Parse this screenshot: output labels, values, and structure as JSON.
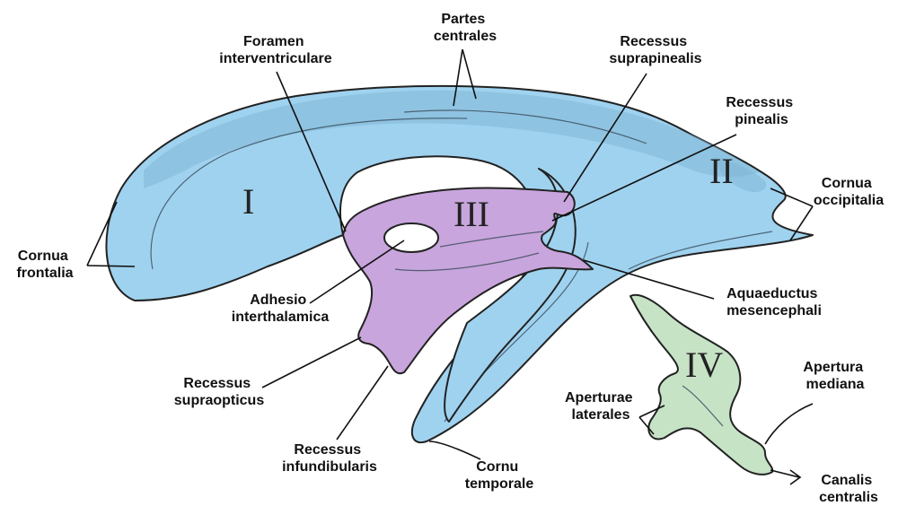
{
  "colors": {
    "lateral_ventricle": "#9fd2ef",
    "lateral_ventricle_shade": "#7fb6d6",
    "third_ventricle": "#c8a5dc",
    "fourth_ventricle": "#c6e3c6",
    "outline": "#222222",
    "background": "#ffffff"
  },
  "roman_numerals": {
    "lateral_left": "I",
    "lateral_right": "II",
    "third": "III",
    "fourth": "IV"
  },
  "labels": {
    "partes_centrales": [
      "Partes",
      "centrales"
    ],
    "foramen_interventriculare": [
      "Foramen",
      "interventriculare"
    ],
    "recessus_suprapinealis": [
      "Recessus",
      "suprapinealis"
    ],
    "recessus_pinealis": [
      "Recessus",
      "pinealis"
    ],
    "cornua_occipitalia": [
      "Cornua",
      "occipitalia"
    ],
    "cornua_frontalia": [
      "Cornua",
      "frontalia"
    ],
    "adhesio_interthalamica": [
      "Adhesio",
      "interthalamica"
    ],
    "aquaeductus_mesencephali": [
      "Aquaeductus",
      "mesencephali"
    ],
    "recessus_supraopticus": [
      "Recessus",
      "supraopticus"
    ],
    "apertura_mediana": [
      "Apertura",
      "mediana"
    ],
    "aperturae_laterales": [
      "Aperturae",
      "laterales"
    ],
    "recessus_infundibularis": [
      "Recessus",
      "infundibularis"
    ],
    "cornu_temporale": [
      "Cornu",
      "temporale"
    ],
    "canalis_centralis": [
      "Canalis",
      "centralis"
    ]
  }
}
